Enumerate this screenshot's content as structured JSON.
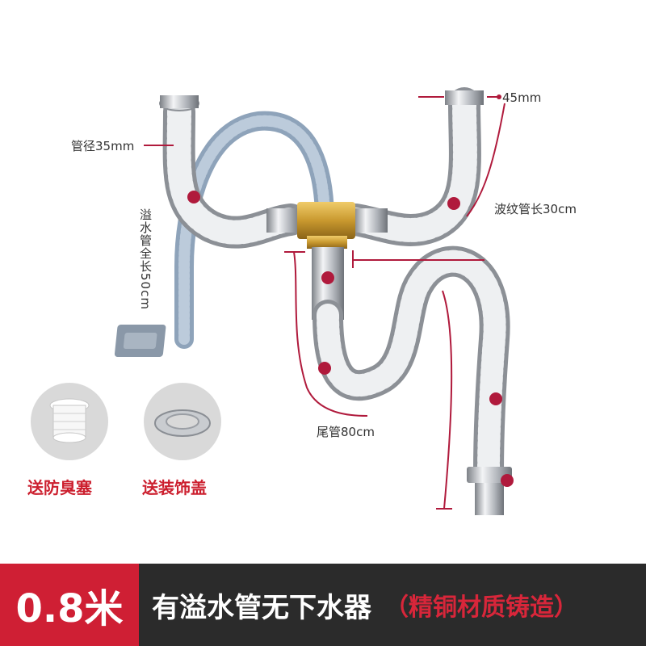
{
  "labels": {
    "pipe_diameter": "管径35mm",
    "outlet_size": "45mm",
    "bellows_length": "波纹管长30cm",
    "overflow_length": "溢水管全长50cm",
    "tail_pipe": "尾管80cm"
  },
  "accessories": [
    {
      "label": "送防臭塞",
      "icon": "odor-plug-icon"
    },
    {
      "label": "送装饰盖",
      "icon": "decorative-cover-icon"
    }
  ],
  "banner": {
    "size": "0.8米",
    "title": "有溢水管无下水器",
    "subtitle": "（精铜材质铸造）"
  },
  "colors": {
    "accent_red": "#cf1f34",
    "banner_dark": "#2b2b2b",
    "marker": "#b01a3c",
    "steel": "#b8bcc2",
    "brass": "#c9992f",
    "overflow_hose": "#9fb3c9"
  }
}
